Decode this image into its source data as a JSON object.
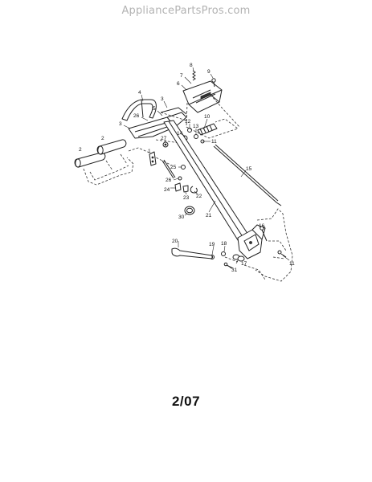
{
  "watermark": "AppliancePartsPros.com",
  "date_code": "2/07",
  "callouts": [
    {
      "id": "8",
      "label": "8"
    },
    {
      "id": "9",
      "label": "9"
    },
    {
      "id": "7",
      "label": "7"
    },
    {
      "id": "6",
      "label": "6"
    },
    {
      "id": "4",
      "label": "4"
    },
    {
      "id": "3a",
      "label": "3"
    },
    {
      "id": "5",
      "label": "5"
    },
    {
      "id": "26a",
      "label": "26"
    },
    {
      "id": "3b",
      "label": "3"
    },
    {
      "id": "10",
      "label": "10"
    },
    {
      "id": "12",
      "label": "12"
    },
    {
      "id": "13",
      "label": "13"
    },
    {
      "id": "14",
      "label": "14"
    },
    {
      "id": "11a",
      "label": "11"
    },
    {
      "id": "27",
      "label": "27"
    },
    {
      "id": "2a",
      "label": "2"
    },
    {
      "id": "2b",
      "label": "2"
    },
    {
      "id": "1",
      "label": "1"
    },
    {
      "id": "15",
      "label": "15"
    },
    {
      "id": "25",
      "label": "25"
    },
    {
      "id": "26b",
      "label": "26"
    },
    {
      "id": "24",
      "label": "24"
    },
    {
      "id": "23",
      "label": "23"
    },
    {
      "id": "22",
      "label": "22"
    },
    {
      "id": "30",
      "label": "30"
    },
    {
      "id": "21",
      "label": "21"
    },
    {
      "id": "16",
      "label": "16"
    },
    {
      "id": "20",
      "label": "20"
    },
    {
      "id": "19",
      "label": "19"
    },
    {
      "id": "18",
      "label": "18"
    },
    {
      "id": "17",
      "label": "17"
    },
    {
      "id": "31",
      "label": "31"
    },
    {
      "id": "11b",
      "label": "11"
    }
  ]
}
